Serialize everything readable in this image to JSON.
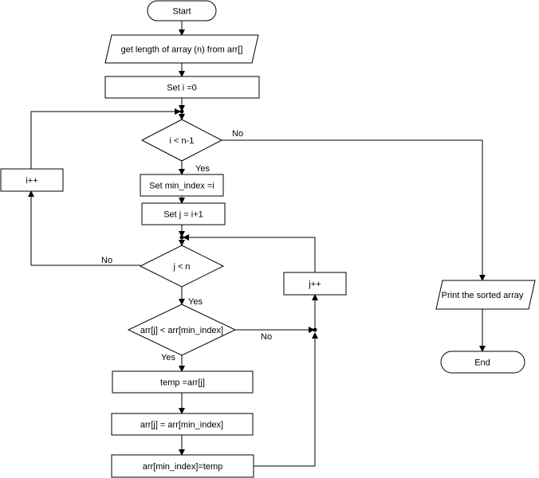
{
  "flowchart": {
    "nodes": {
      "start": "Start",
      "get_length": "get length of array (n) from arr[]",
      "set_i": "Set i =0",
      "cond_i": "i < n-1",
      "set_min": "Set min_index =i",
      "set_j": "Set j = i+1",
      "cond_j": "j < n",
      "cond_arr": "arr[j] < arr[min_index]",
      "temp": "temp =arr[j]",
      "assign": "arr[j] = arr[min_index]",
      "assign_temp": "arr[min_index]=temp",
      "i_inc": "i++",
      "j_inc": "j++",
      "print": "Print the sorted array",
      "end": "End"
    },
    "edge_labels": {
      "cond_i_no": "No",
      "cond_i_yes": "Yes",
      "cond_j_no": "No",
      "cond_j_yes": "Yes",
      "cond_arr_no": "No",
      "cond_arr_yes": "Yes"
    }
  }
}
